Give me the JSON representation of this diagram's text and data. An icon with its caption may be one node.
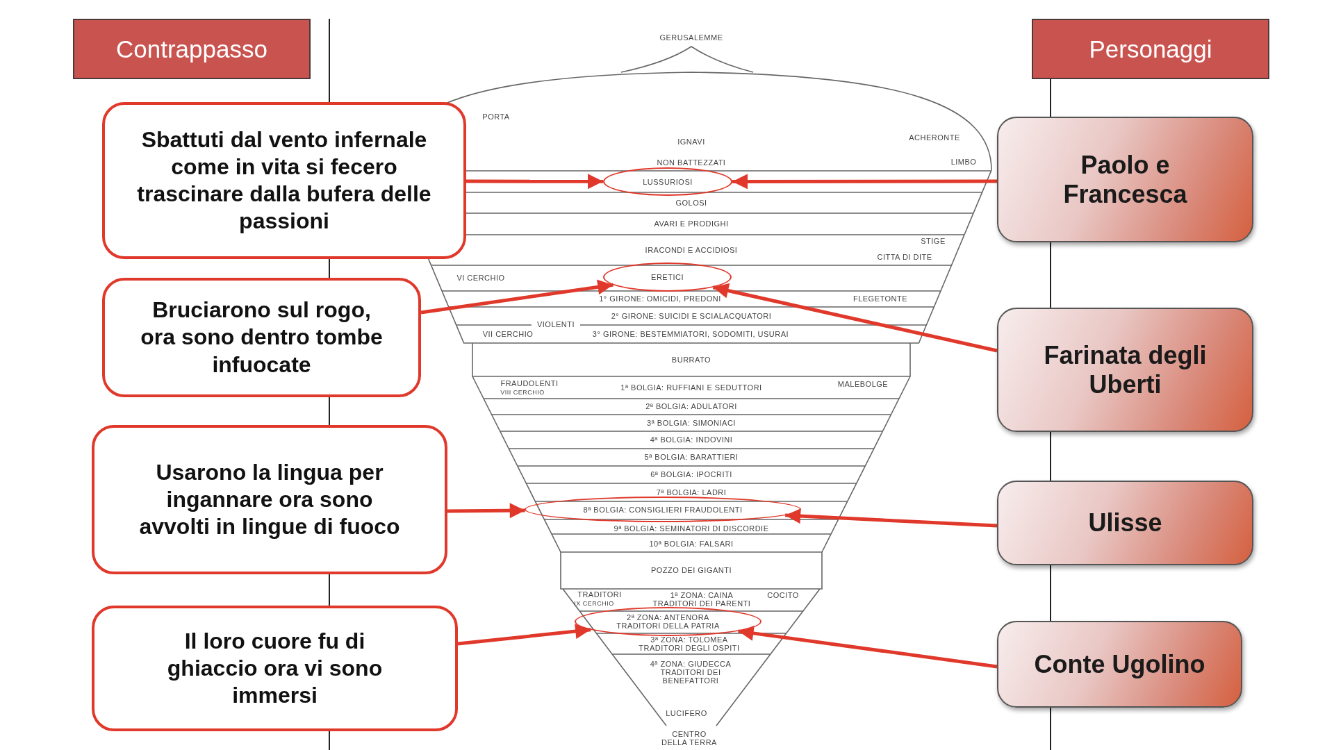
{
  "diagram": {
    "nodes": [
      {
        "text": [
          "Contrappasso"
        ]
      },
      {
        "text": [
          "Personaggi"
        ]
      },
      {
        "text": [
          "Sbattuti dal vento infernale come in vita si fecero trascinare dalla bufera delle passioni"
        ]
      },
      {
        "text": [
          "LUSSURIOSI"
        ]
      },
      {
        "text": [
          "Paolo e Francesca"
        ]
      },
      {
        "text": [
          "Bruciarono sul rogo, ora sono dentro tombe infuocate"
        ]
      },
      {
        "text": [
          "ERETICI"
        ]
      },
      {
        "text": [
          "Farinata degli Uberti"
        ]
      },
      {
        "text": [
          "Usarono la lingua per ingannare ora sono avvolti in lingue di fuoco"
        ]
      },
      {
        "text": [
          "8ª BOLGIA: CONSIGLIERI FRAUDOLENTI"
        ]
      },
      {
        "text": [
          "Ulisse"
        ]
      },
      {
        "text": [
          "Il loro cuore fu di ghiaccio ora vi sono immersi"
        ]
      },
      {
        "text": [
          "2ª ZONA: ANTENORA TRADITORI DELLA PATRIA"
        ]
      },
      {
        "text": [
          "Conte Ugolino"
        ]
      }
    ],
    "edges": [
      {
        "from": 2,
        "to": 3,
        "arrow": "to"
      },
      {
        "from": 4,
        "to": 3,
        "arrow": "to"
      },
      {
        "from": 5,
        "to": 6,
        "arrow": "to"
      },
      {
        "from": 7,
        "to": 6,
        "arrow": "to"
      },
      {
        "from": 8,
        "to": 9,
        "arrow": "to"
      },
      {
        "from": 10,
        "to": 9,
        "arrow": "to"
      },
      {
        "from": 11,
        "to": 12,
        "arrow": "to"
      },
      {
        "from": 13,
        "to": 12,
        "arrow": "to"
      }
    ],
    "labels": [
      "GERUSALEMME",
      "PORTA",
      "IGNAVI",
      "ACHERONTE",
      "NON BATTEZZATI",
      "LIMBO",
      "GOLOSI",
      "AVARI E PRODIGHI",
      "STIGE",
      "IRACONDI E ACCIDIOSI",
      "CITTA DI DITE",
      "VI CERCHIO",
      "1° GIRONE: OMICIDI, PREDONI",
      "FLEGETONTE",
      "2° GIRONE: SUICIDI E SCIALACQUATORI",
      "VIOLENTI",
      "VII CERCHIO",
      "3° GIRONE: BESTEMMIATORI, SODOMITI, USURAI",
      "BURRATO",
      "FRAUDOLENTI",
      "VIII CERCHIO",
      "1ª BOLGIA: RUFFIANI E SEDUTTORI",
      "MALEBOLGE",
      "2ª BOLGIA: ADULATORI",
      "3ª BOLGIA: SIMONIACI",
      "4ª BOLGIA: INDOVINI",
      "5ª BOLGIA: BARATTIERI",
      "6ª BOLGIA: IPOCRITI",
      "7ª BOLGIA: LADRI",
      "9ª BOLGIA: SEMINATORI DI DISCORDIE",
      "10ª BOLGIA: FALSARI",
      "POZZO DEI GIGANTI",
      "TRADITORI",
      "IX CERCHIO",
      "1ª ZONA: CAINA TRADITORI DEI PARENTI",
      "COCITO",
      "3ª ZONA: TOLOMEA TRADITORI DEGLI OSPITI",
      "4ª ZONA: GIUDECCA TRADITORI DEI BENEFATTORI",
      "LUCIFERO",
      "CENTRO DELLA TERRA"
    ]
  }
}
